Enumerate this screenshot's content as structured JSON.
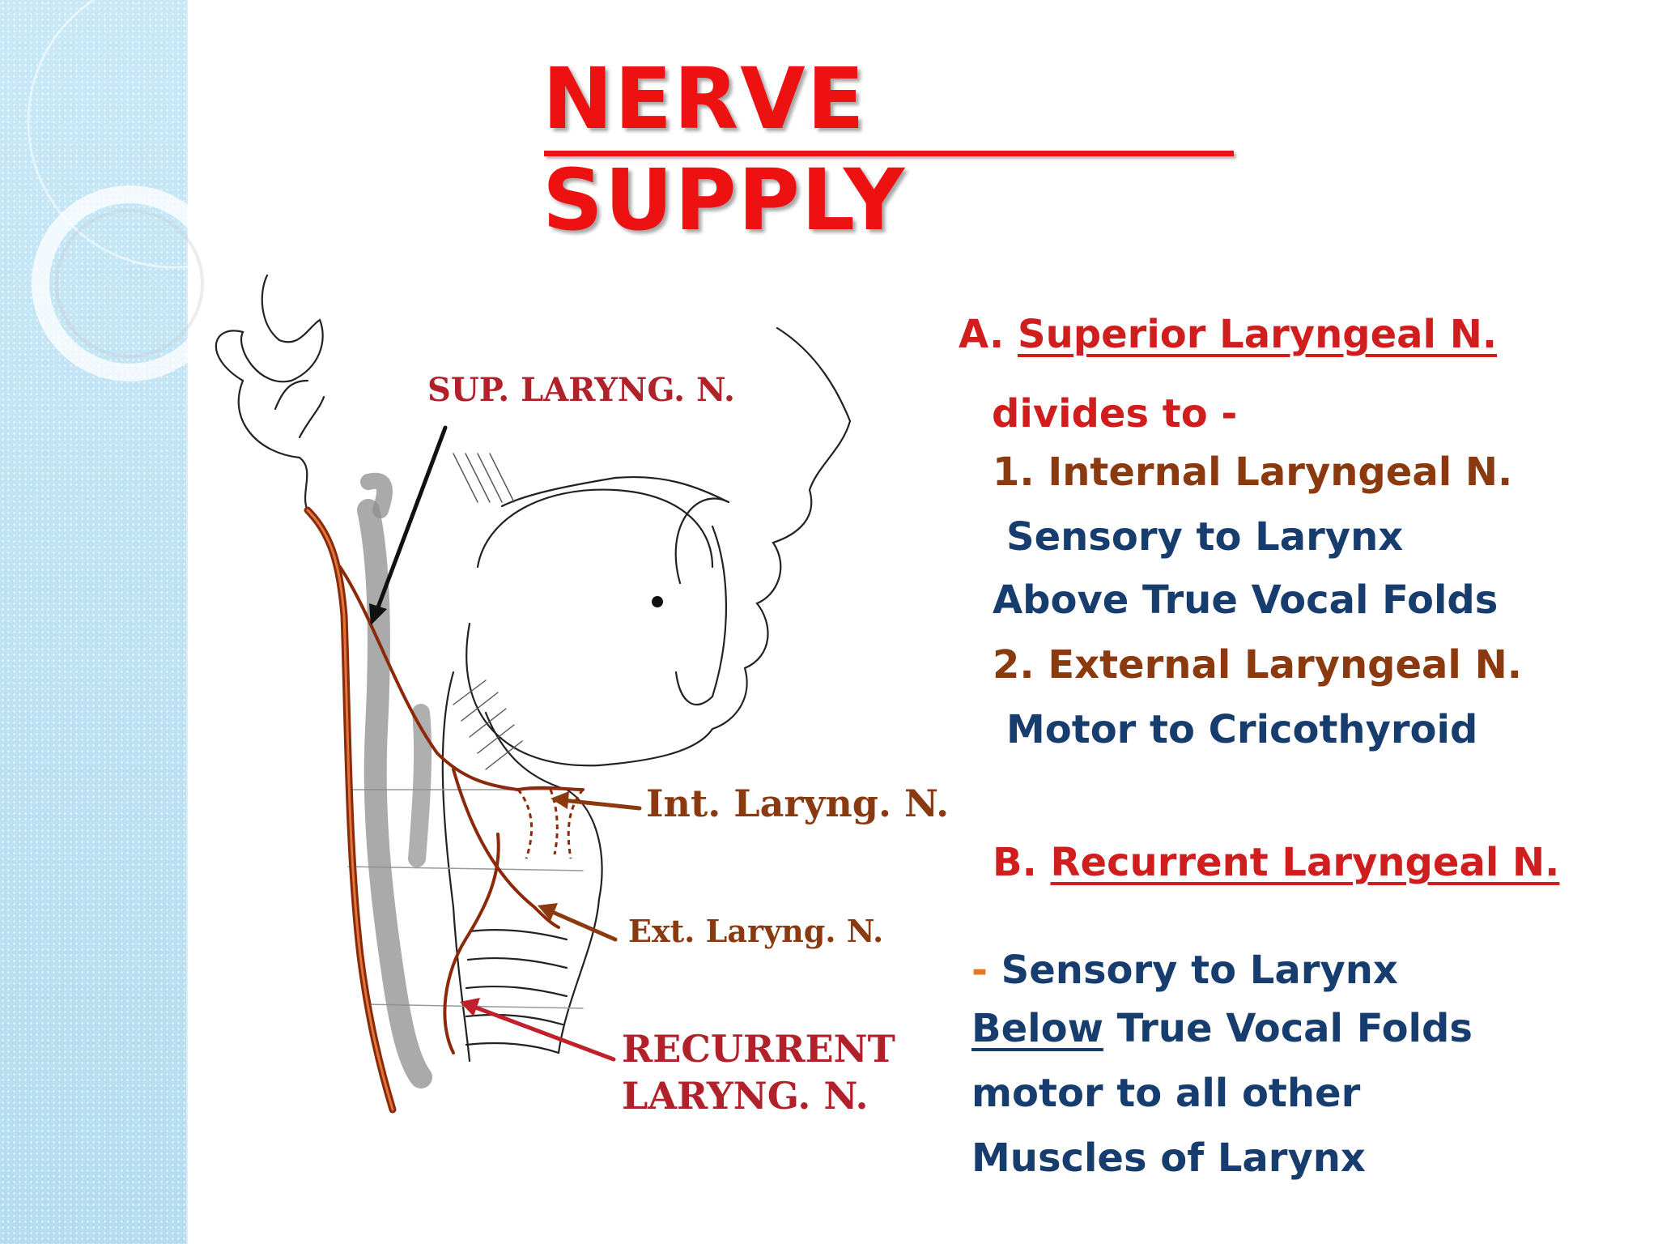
{
  "slide": {
    "title": "NERVE SUPPLY",
    "accent_red": "#ee1111"
  },
  "diagram_labels": {
    "sup_laryng": "SUP. LARYNG. N.",
    "int_laryng": "Int. Laryng. N.",
    "ext_laryng": "Ext. Laryng. N.",
    "recurrent_line1": "RECURRENT",
    "recurrent_line2": "LARYNG. N."
  },
  "section_a": {
    "prefix": "A.",
    "heading": "Superior Laryngeal N.",
    "divides": "divides to -",
    "item1_number": "1.",
    "item1_name": "Internal Laryngeal N.",
    "item1_desc_line1": "Sensory to  Larynx",
    "item1_desc_line2": "Above  True Vocal Folds",
    "item2_number": "2.",
    "item2_name": "External Laryngeal N.",
    "item2_desc": "Motor to Cricothyroid"
  },
  "section_b": {
    "prefix": "B.",
    "heading": "Recurrent Laryngeal N.",
    "dash": "-",
    "line1": "Sensory to Larynx",
    "line2_underlined": "Below",
    "line2_rest": " True Vocal Folds",
    "line3": "motor to all other",
    "line4": "Muscles of Larynx"
  },
  "colors": {
    "heading_red": "#d01d1d",
    "nerve_brown": "#8b3a0f",
    "body_blue": "#173c6e",
    "dash_orange": "#e87722",
    "strip_blue": "#bfe3f3"
  }
}
